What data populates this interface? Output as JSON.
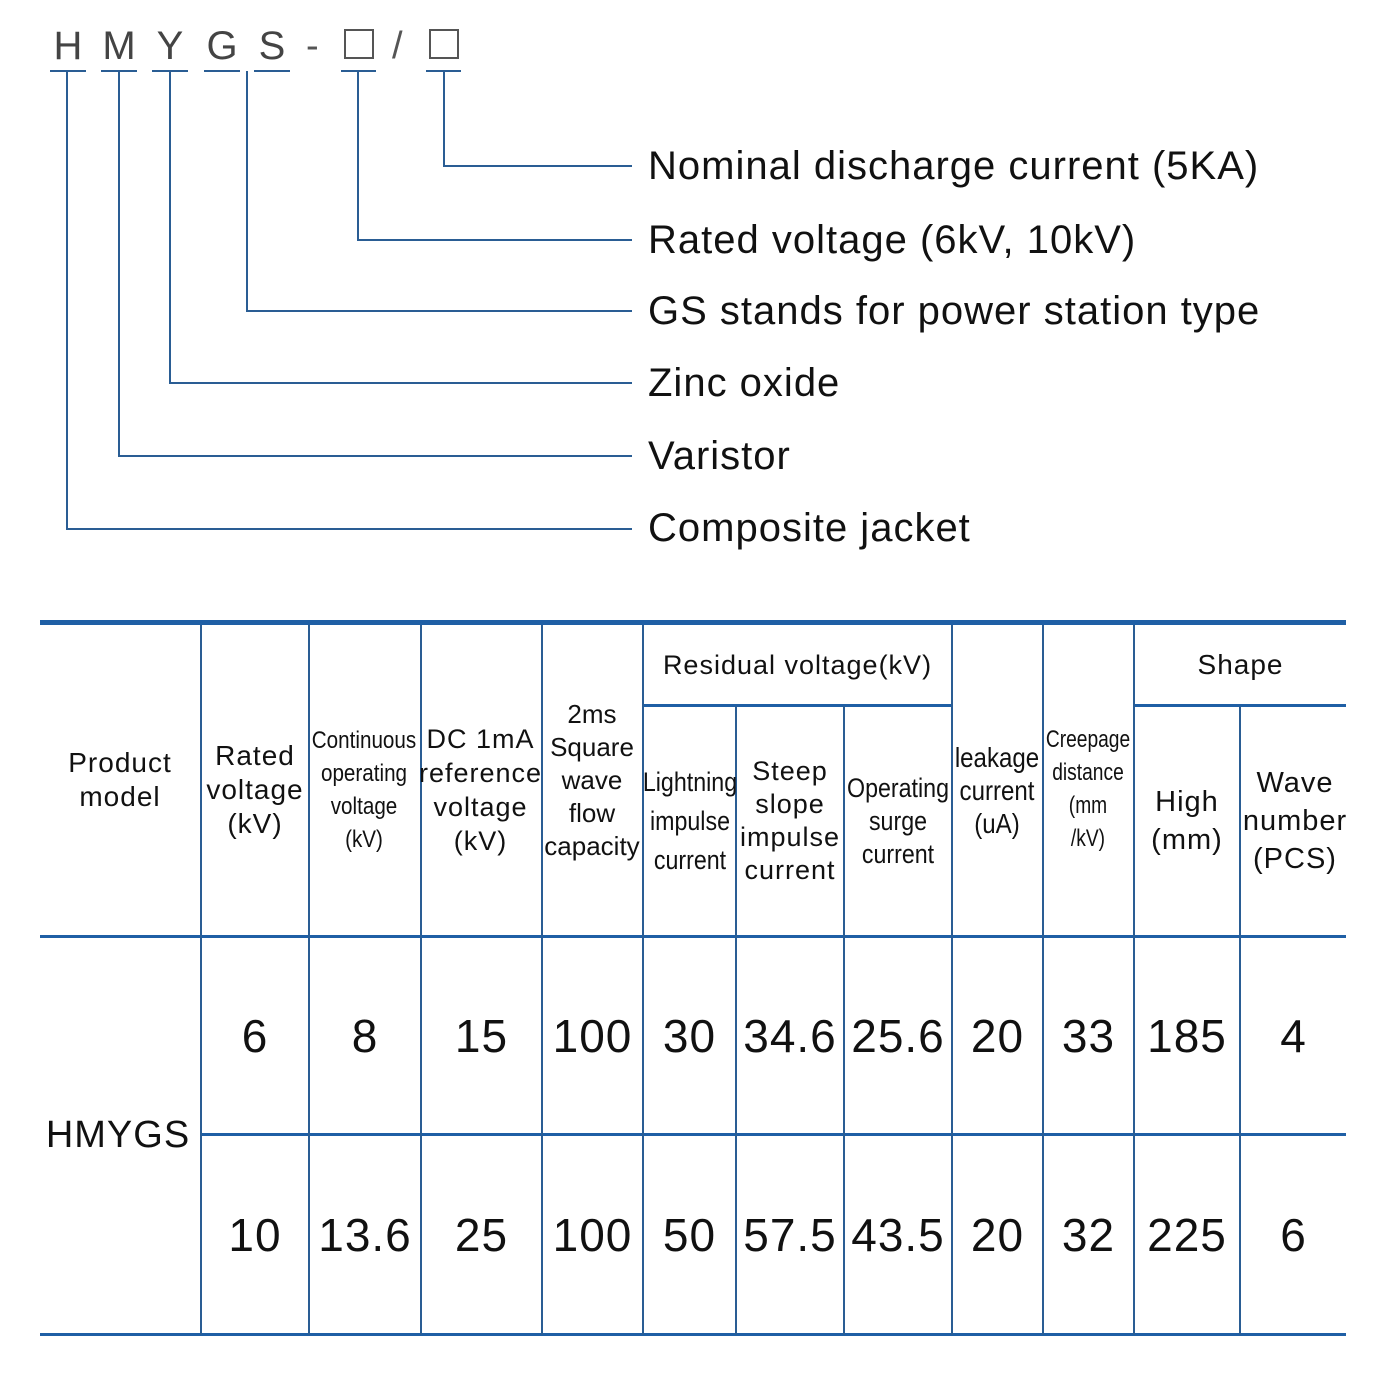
{
  "code": {
    "letters": [
      "H",
      "M",
      "Y",
      "G",
      "S"
    ],
    "dash": "-",
    "slash": "/"
  },
  "legend": [
    "Nominal discharge current (5KA)",
    "Rated voltage (6kV, 10kV)",
    "GS stands for power station type",
    "Zinc oxide",
    "Varistor",
    "Composite jacket"
  ],
  "colors": {
    "rule": "#1f5fa5",
    "line": "#2a5d94"
  },
  "table": {
    "headers": {
      "product_model": "Product\nmodel",
      "rated_voltage": "Rated\nvoltage\n(kV)",
      "continuous": "Continuous\noperating\nvoltage\n(kV)",
      "dc_ref": "DC 1mA\nreference\nvoltage\n(kV)",
      "square_wave": "2ms\nSquare\nwave\nflow\ncapacity",
      "residual_group": "Residual voltage(kV)",
      "lightning": "Lightning\nimpulse\ncurrent",
      "steep": "Steep\nslope\nimpulse\ncurrent",
      "operating_surge": "Operating\nsurge\ncurrent",
      "leakage": "leakage\ncurrent\n(uA)",
      "creepage": "Creepage\ndistance\n(mm\n/kV)",
      "shape_group": "Shape",
      "high": "High\n(mm)",
      "wave_number": "Wave\nnumber\n(PCS)"
    },
    "model": "HMYGS",
    "rows": [
      [
        "6",
        "8",
        "15",
        "100",
        "30",
        "34.6",
        "25.6",
        "20",
        "33",
        "185",
        "4"
      ],
      [
        "10",
        "13.6",
        "25",
        "100",
        "50",
        "57.5",
        "43.5",
        "20",
        "32",
        "225",
        "6"
      ]
    ]
  }
}
